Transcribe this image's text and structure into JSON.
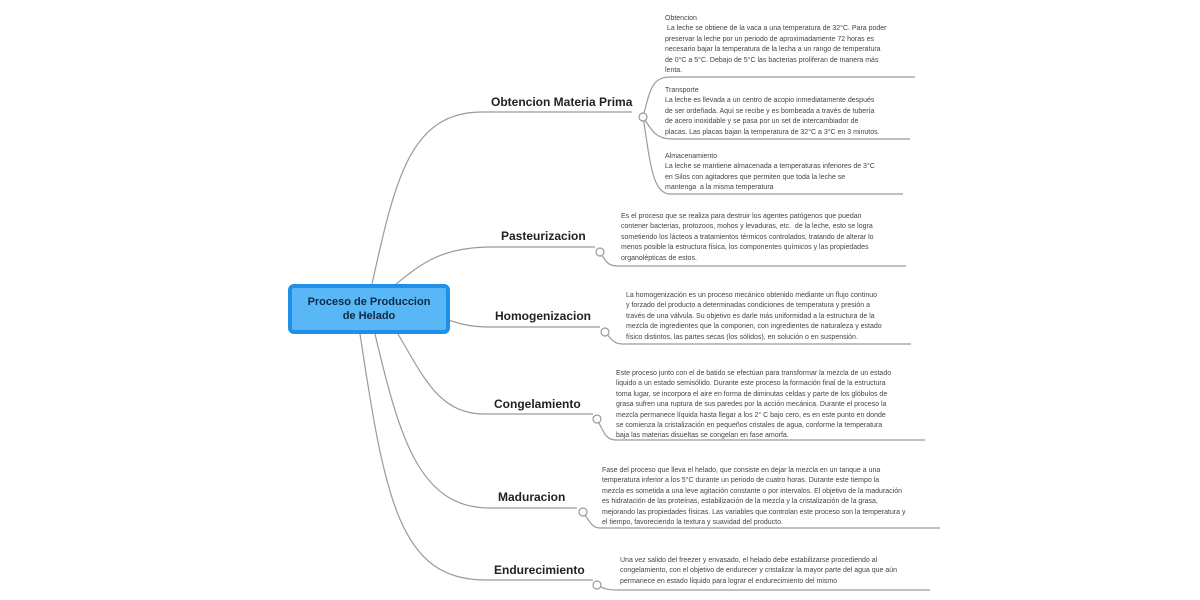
{
  "central": {
    "label": "Proceso de Produccion de Helado"
  },
  "branches": [
    {
      "label": "Obtencion Materia Prima",
      "notes": [
        "Obtencion\n La leche se obtiene de la vaca a una temperatura de 32°C. Para poder\npreservar la leche por un periodo de aproximadamente 72 horas es\nnecesario bajar la temperatura de la lecha a un rango de temperatura\nde 0°C a 5°C. Debajo de 5°C las bacterias proliferan de manera más\nlenta.",
        "Transporte\nLa leche es llevada a un centro de acopio inmediatamente después\nde ser ordeñada. Aquí se recibe y es bombeada a través de tubería\nde acero inoxidable y se pasa por un set de intercambiador de\nplacas. Las placas bajan la temperatura de 32°C a 3°C en 3 minutos.",
        "Almacenamiento\nLa leche se mantiene almacenada a temperaturas inferiores de 3°C\nen Silos con agitadores que permiten que toda la leche se\nmantenga  a la misma temperatura"
      ]
    },
    {
      "label": "Pasteurizacion",
      "notes": [
        "Es el proceso que se realiza para destruir los agentes patógenos que puedan\ncontener bacterias, protozoos, mohos y levaduras, etc.  de la leche, esto se logra\nsometiendo los lácteos a tratamientos térmicos controlados, tratando de alterar lo\nmenos posible la estructura física, los componentes químicos y las propiedades\norganolépticas de estos."
      ]
    },
    {
      "label": "Homogenizacion",
      "notes": [
        "La homogenización es un proceso mecánico obtenido mediante un flujo continuo\ny forzado del producto a determinadas condiciones de temperatura y presión a\ntravés de una válvula. Su objetivo es darle más uniformidad a la estructura de la\nmezcla de ingredientes que la componen, con ingredientes de naturaleza y estado\nfísico distintos, las partes secas (los sólidos), en solución o en suspensión."
      ]
    },
    {
      "label": "Congelamiento",
      "notes": [
        "Este proceso junto con el de batido se efectúan para transformar la mezcla de un estado\nliquido a un estado semisólido. Durante este proceso la formación final de la estructura\ntoma lugar, se incorpora el aire en forma de diminutas celdas y parte de los glóbulos de\ngrasa sufren una ruptura de sus paredes por la acción mecánica. Durante el proceso la\nmezcla permanece líquida hasta llegar a los 2° C bajo cero, es en este punto en donde\nse comienza la cristalización en pequeños cristales de agua, conforme la temperatura\nbaja las materias disueltas se congelan en fase amorfa."
      ]
    },
    {
      "label": "Maduracion",
      "notes": [
        "Fase del proceso que lleva el helado, que consiste en dejar la mezcla en un tanque a una\ntemperatura inferior a los 5°C durante un periodo de cuatro horas. Durante este tiempo la\nmezcla es sometida a una leve agitación constante o por intervalos. El objetivo de la maduración\nes hidratación de las proteínas, estabilización de la mezcla y la cristalización de la grasa,\nmejorando las propiedades físicas. Las variables que controlan este proceso son la temperatura y\nel tiempo, favoreciendo la textura y suavidad del producto."
      ]
    },
    {
      "label": "Endurecimiento",
      "notes": [
        "Una vez salido del freezer y envasado, el helado debe estabilizarse procediendo al\ncongelamiento, con el objetivo de endurecer y cristalizar la mayor parte del agua que aún\npermanece en estado líquido para lograr el endurecimiento del mismo"
      ]
    }
  ]
}
